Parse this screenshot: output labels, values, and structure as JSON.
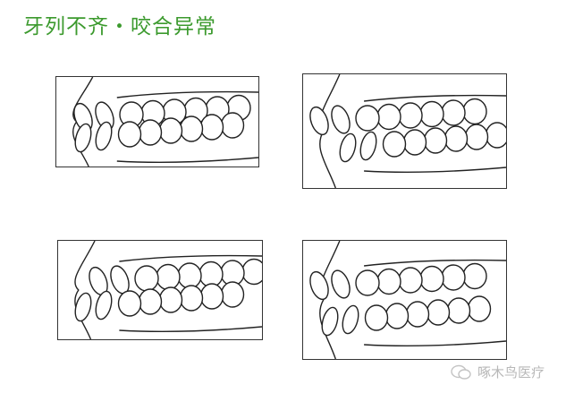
{
  "title": "牙列不齐・咬合异常",
  "watermark": {
    "text": "啄木鸟医疗",
    "icon": "wechat-icon"
  },
  "panels": [
    {
      "id": "top-left"
    },
    {
      "id": "top-right"
    },
    {
      "id": "bottom-left"
    },
    {
      "id": "bottom-right"
    }
  ]
}
